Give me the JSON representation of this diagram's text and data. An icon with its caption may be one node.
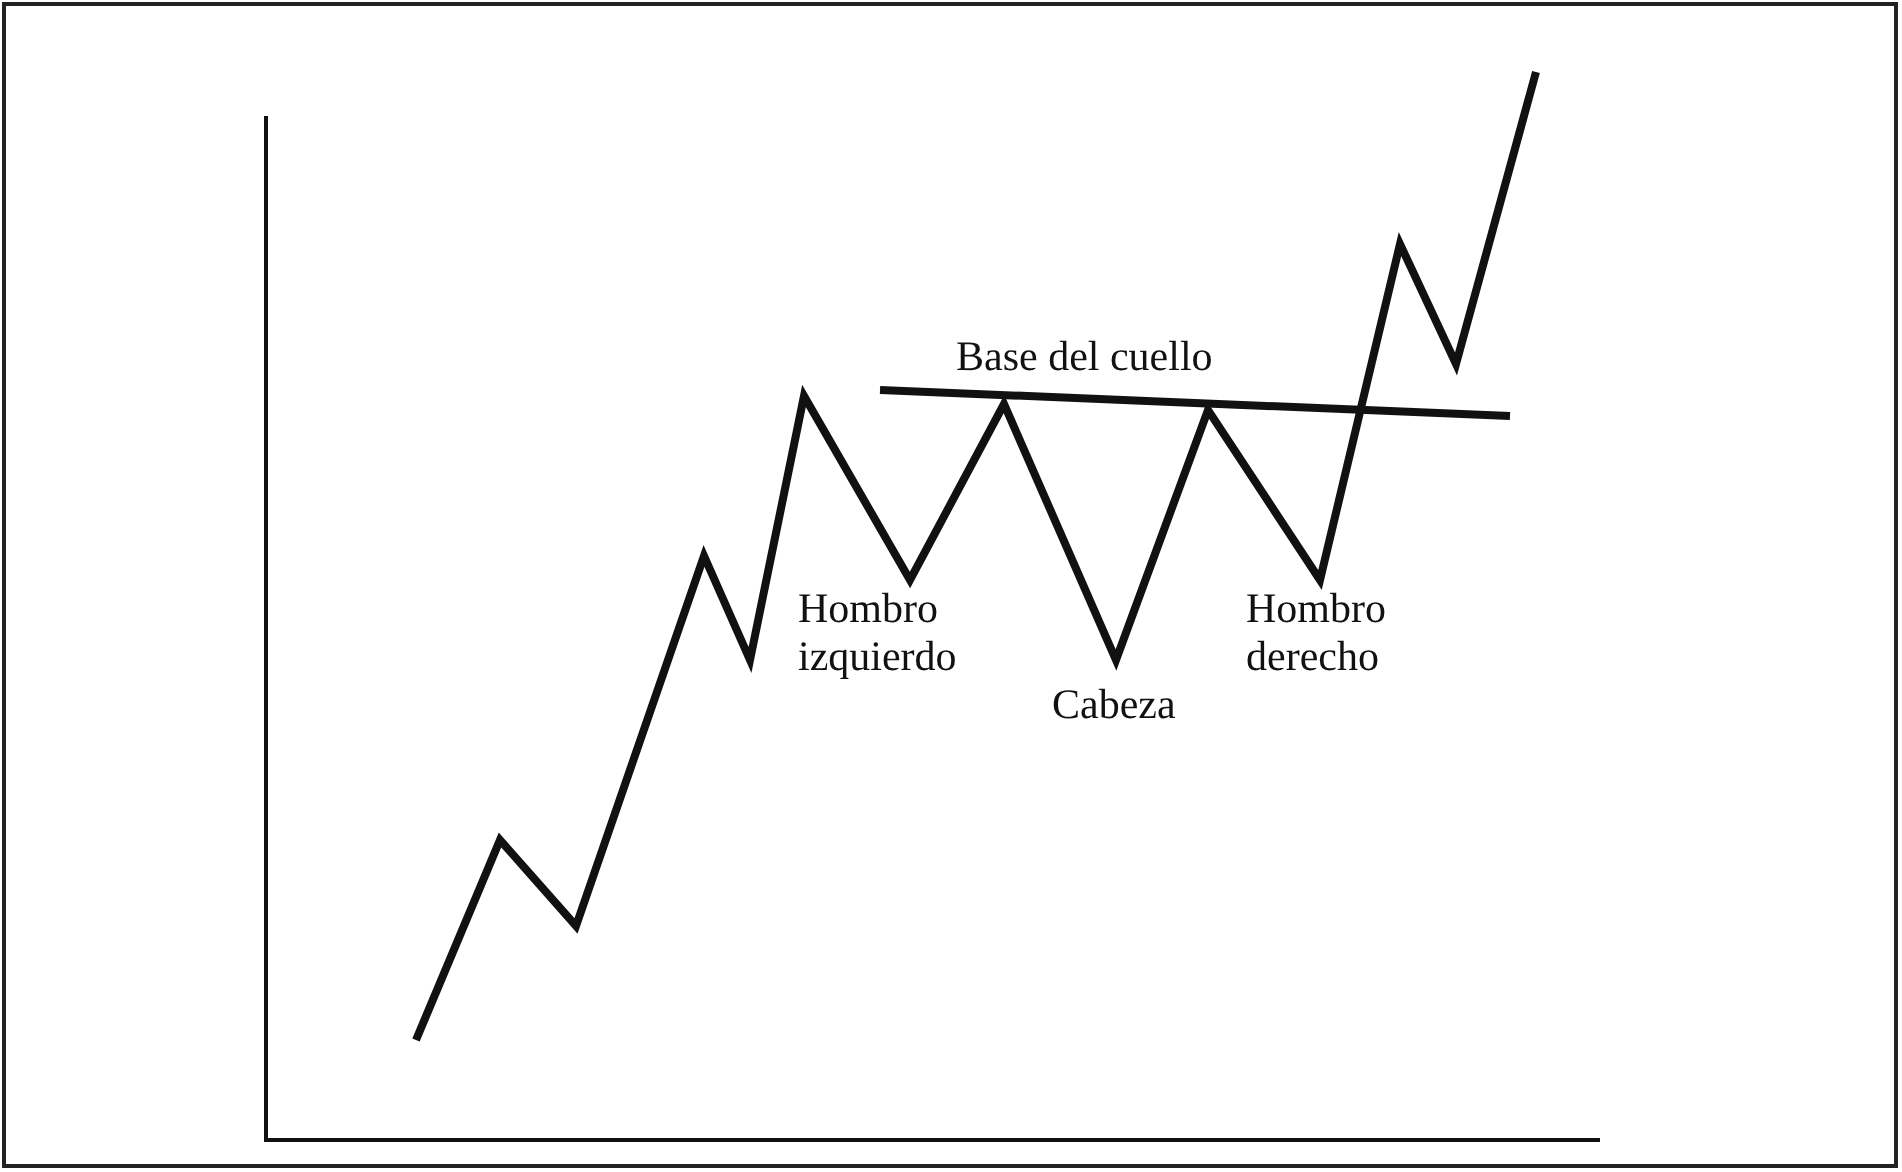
{
  "diagram": {
    "labels": [
      "Base del cuello",
      "Hombro izquierdo",
      "Cabeza",
      "Hombro derecho"
    ]
  }
}
